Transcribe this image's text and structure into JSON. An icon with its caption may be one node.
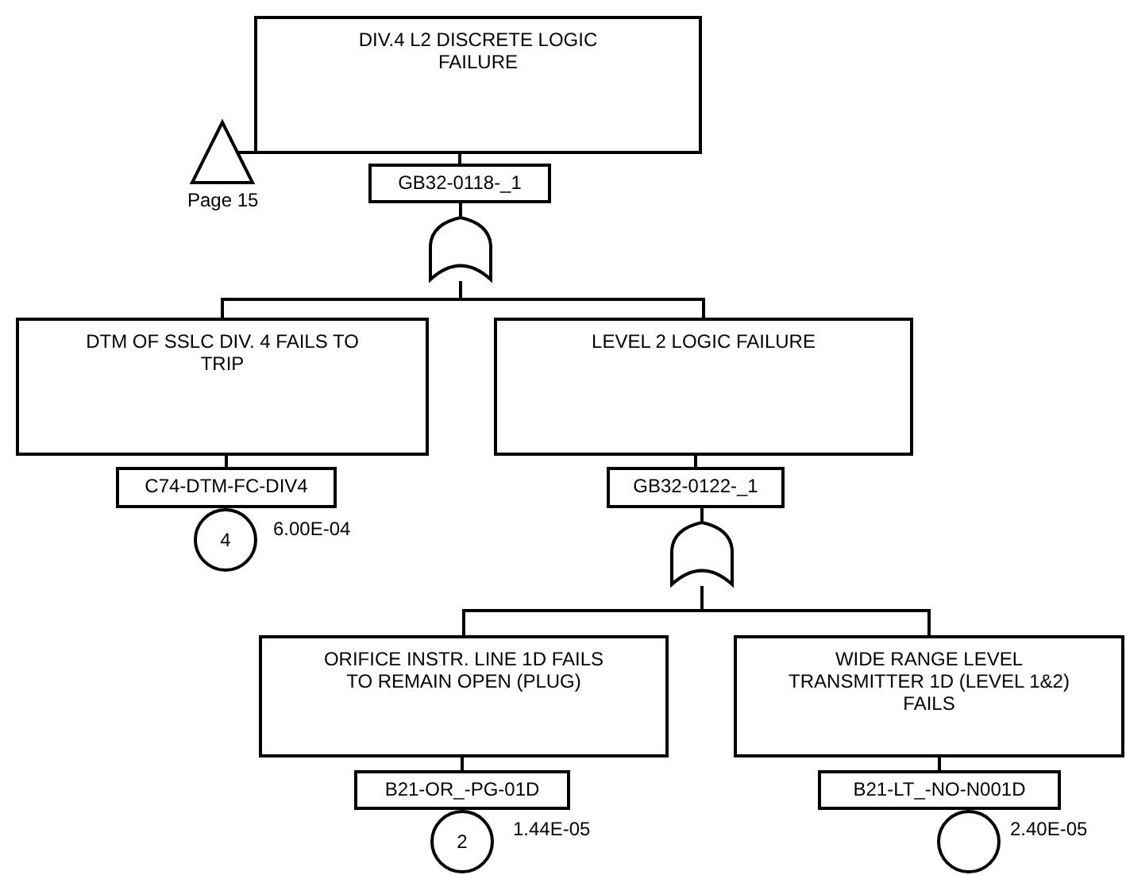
{
  "diagram": {
    "nodes": [
      {
        "text": [
          "DIV.4 L2 DISCRETE LOGIC FAILURE"
        ]
      },
      {
        "text": [
          "GB32-0118-_1"
        ]
      },
      {
        "text": [],
        "shape": "gate"
      },
      {
        "text": [],
        "shape": "triangle",
        "beside": [
          "Page 15"
        ]
      },
      {
        "text": [
          "DTM OF SSLC DIV. 4 FAILS TO TRIP"
        ]
      },
      {
        "text": [
          "C74-DTM-FC-DIV4"
        ]
      },
      {
        "text": [
          "4"
        ],
        "beside": [
          "6.00E-04"
        ]
      },
      {
        "text": [
          "LEVEL 2 LOGIC FAILURE"
        ]
      },
      {
        "text": [
          "GB32-0122-_1"
        ]
      },
      {
        "text": [],
        "shape": "gate"
      },
      {
        "text": [
          "ORIFICE INSTR. LINE 1D FAILS TO REMAIN OPEN (PLUG)"
        ]
      },
      {
        "text": [
          "B21-OR_-PG-01D"
        ]
      },
      {
        "text": [
          "2"
        ],
        "beside": [
          "1.44E-05"
        ]
      },
      {
        "text": [
          "WIDE RANGE LEVEL TRANSMITTER 1D (LEVEL 1&2) FAILS"
        ]
      },
      {
        "text": [
          "B21-LT_-NO-N001D"
        ]
      },
      {
        "text": [],
        "shape": "circle",
        "beside": [
          "2.40E-05"
        ]
      }
    ],
    "edges": [
      {
        "from": 0,
        "to": 1,
        "arrow": "none"
      },
      {
        "from": 1,
        "to": 2,
        "arrow": "none"
      },
      {
        "from": 3,
        "to": 0,
        "arrow": "none"
      },
      {
        "from": 2,
        "to": 4,
        "arrow": "none"
      },
      {
        "from": 2,
        "to": 7,
        "arrow": "none"
      },
      {
        "from": 4,
        "to": 5,
        "arrow": "none"
      },
      {
        "from": 7,
        "to": 8,
        "arrow": "none"
      },
      {
        "from": 8,
        "to": 9,
        "arrow": "none"
      },
      {
        "from": 9,
        "to": 10,
        "arrow": "none"
      },
      {
        "from": 9,
        "to": 13,
        "arrow": "none"
      },
      {
        "from": 10,
        "to": 11,
        "arrow": "none"
      },
      {
        "from": 13,
        "to": 14,
        "arrow": "none"
      }
    ]
  }
}
